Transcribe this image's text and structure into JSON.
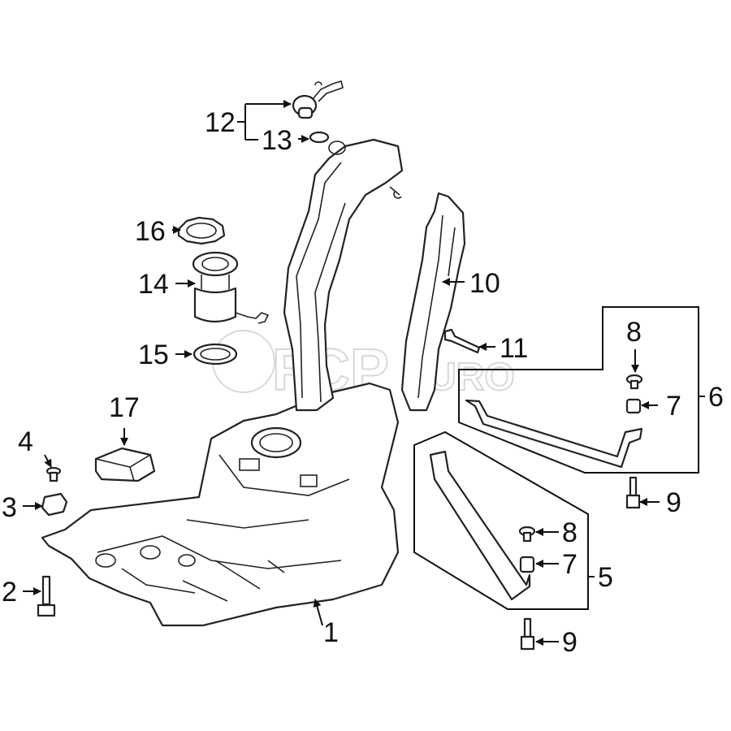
{
  "diagram": {
    "title": "Fuel tank assembly parts diagram",
    "watermark": {
      "main": "FCP",
      "suffix": "EURO"
    },
    "callouts": [
      {
        "id": "c1",
        "label": "1",
        "part": "fuel-tank"
      },
      {
        "id": "c2",
        "label": "2",
        "part": "tank-bolt"
      },
      {
        "id": "c3",
        "label": "3",
        "part": "spacer"
      },
      {
        "id": "c4",
        "label": "4",
        "part": "fastener"
      },
      {
        "id": "c5",
        "label": "5",
        "part": "tank-strap-front"
      },
      {
        "id": "c6",
        "label": "6",
        "part": "tank-strap-rear"
      },
      {
        "id": "c7a",
        "label": "7",
        "part": "bushing"
      },
      {
        "id": "c7b",
        "label": "7",
        "part": "bushing"
      },
      {
        "id": "c8a",
        "label": "8",
        "part": "washer-bolt"
      },
      {
        "id": "c8b",
        "label": "8",
        "part": "washer-bolt"
      },
      {
        "id": "c9a",
        "label": "9",
        "part": "strap-bolt"
      },
      {
        "id": "c9b",
        "label": "9",
        "part": "strap-bolt"
      },
      {
        "id": "c10",
        "label": "10",
        "part": "filler-neck-shield"
      },
      {
        "id": "c11",
        "label": "11",
        "part": "stud"
      },
      {
        "id": "c12",
        "label": "12",
        "part": "fuel-cap"
      },
      {
        "id": "c13",
        "label": "13",
        "part": "cap-seal"
      },
      {
        "id": "c14",
        "label": "14",
        "part": "fuel-pump-module"
      },
      {
        "id": "c15",
        "label": "15",
        "part": "pump-seal"
      },
      {
        "id": "c16",
        "label": "16",
        "part": "lock-ring"
      },
      {
        "id": "c17",
        "label": "17",
        "part": "control-module"
      }
    ]
  }
}
